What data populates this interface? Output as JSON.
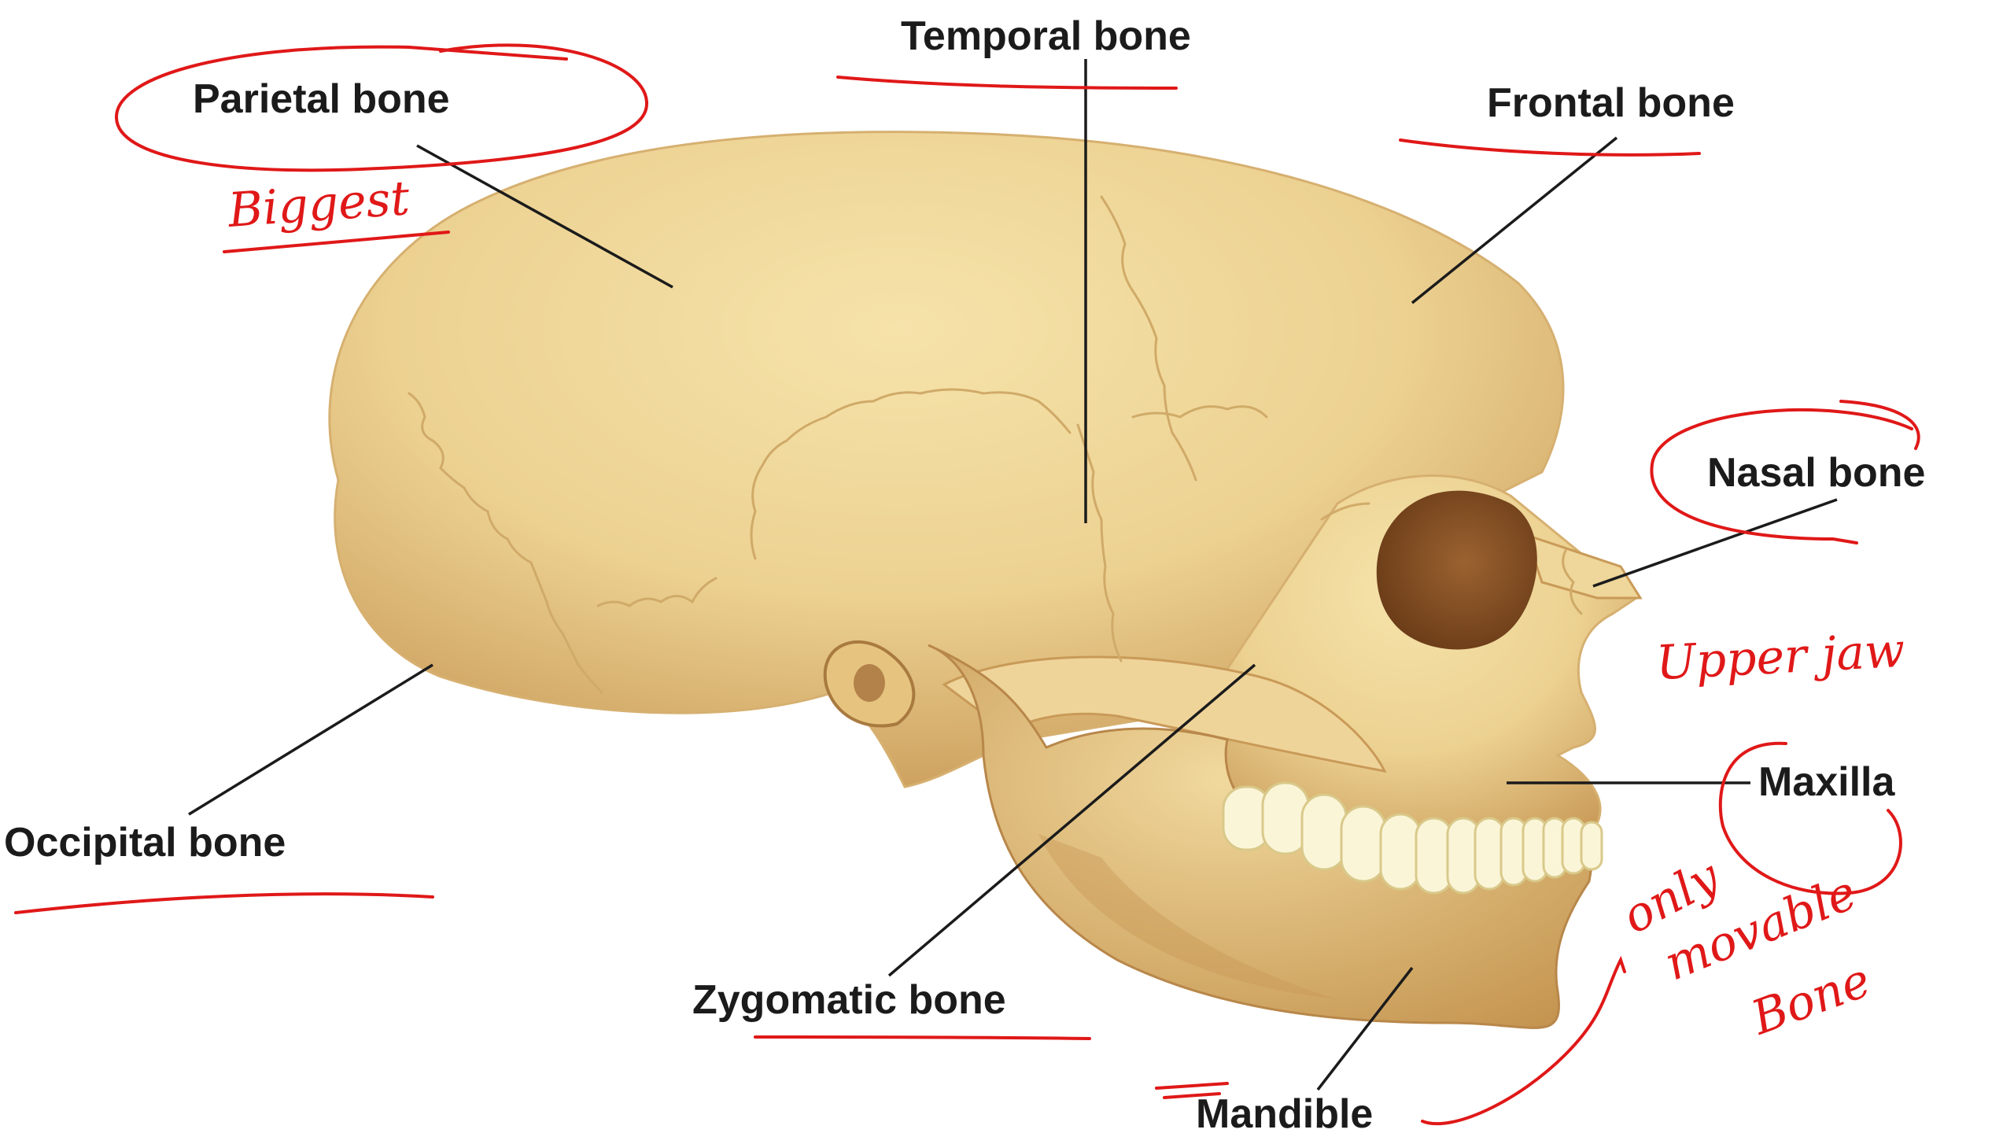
{
  "diagram": {
    "labels": {
      "temporal": "Temporal bone",
      "parietal": "Parietal bone",
      "frontal": "Frontal bone",
      "nasal": "Nasal bone",
      "maxilla": "Maxilla",
      "occipital": "Occipital bone",
      "zygomatic": "Zygomatic bone",
      "mandible": "Mandible"
    },
    "annotations": {
      "biggest": "Biggest",
      "upper_jaw": "Upper jaw",
      "only": "only",
      "movable": "movable",
      "bone": "Bone"
    },
    "colors": {
      "skull": "#ecd191",
      "skull_shadow": "#c99a58",
      "eye_socket": "#8a5426",
      "teeth": "#fbf5d8",
      "leader_line": "#1b1b1b",
      "annotation": "#e01818"
    }
  }
}
